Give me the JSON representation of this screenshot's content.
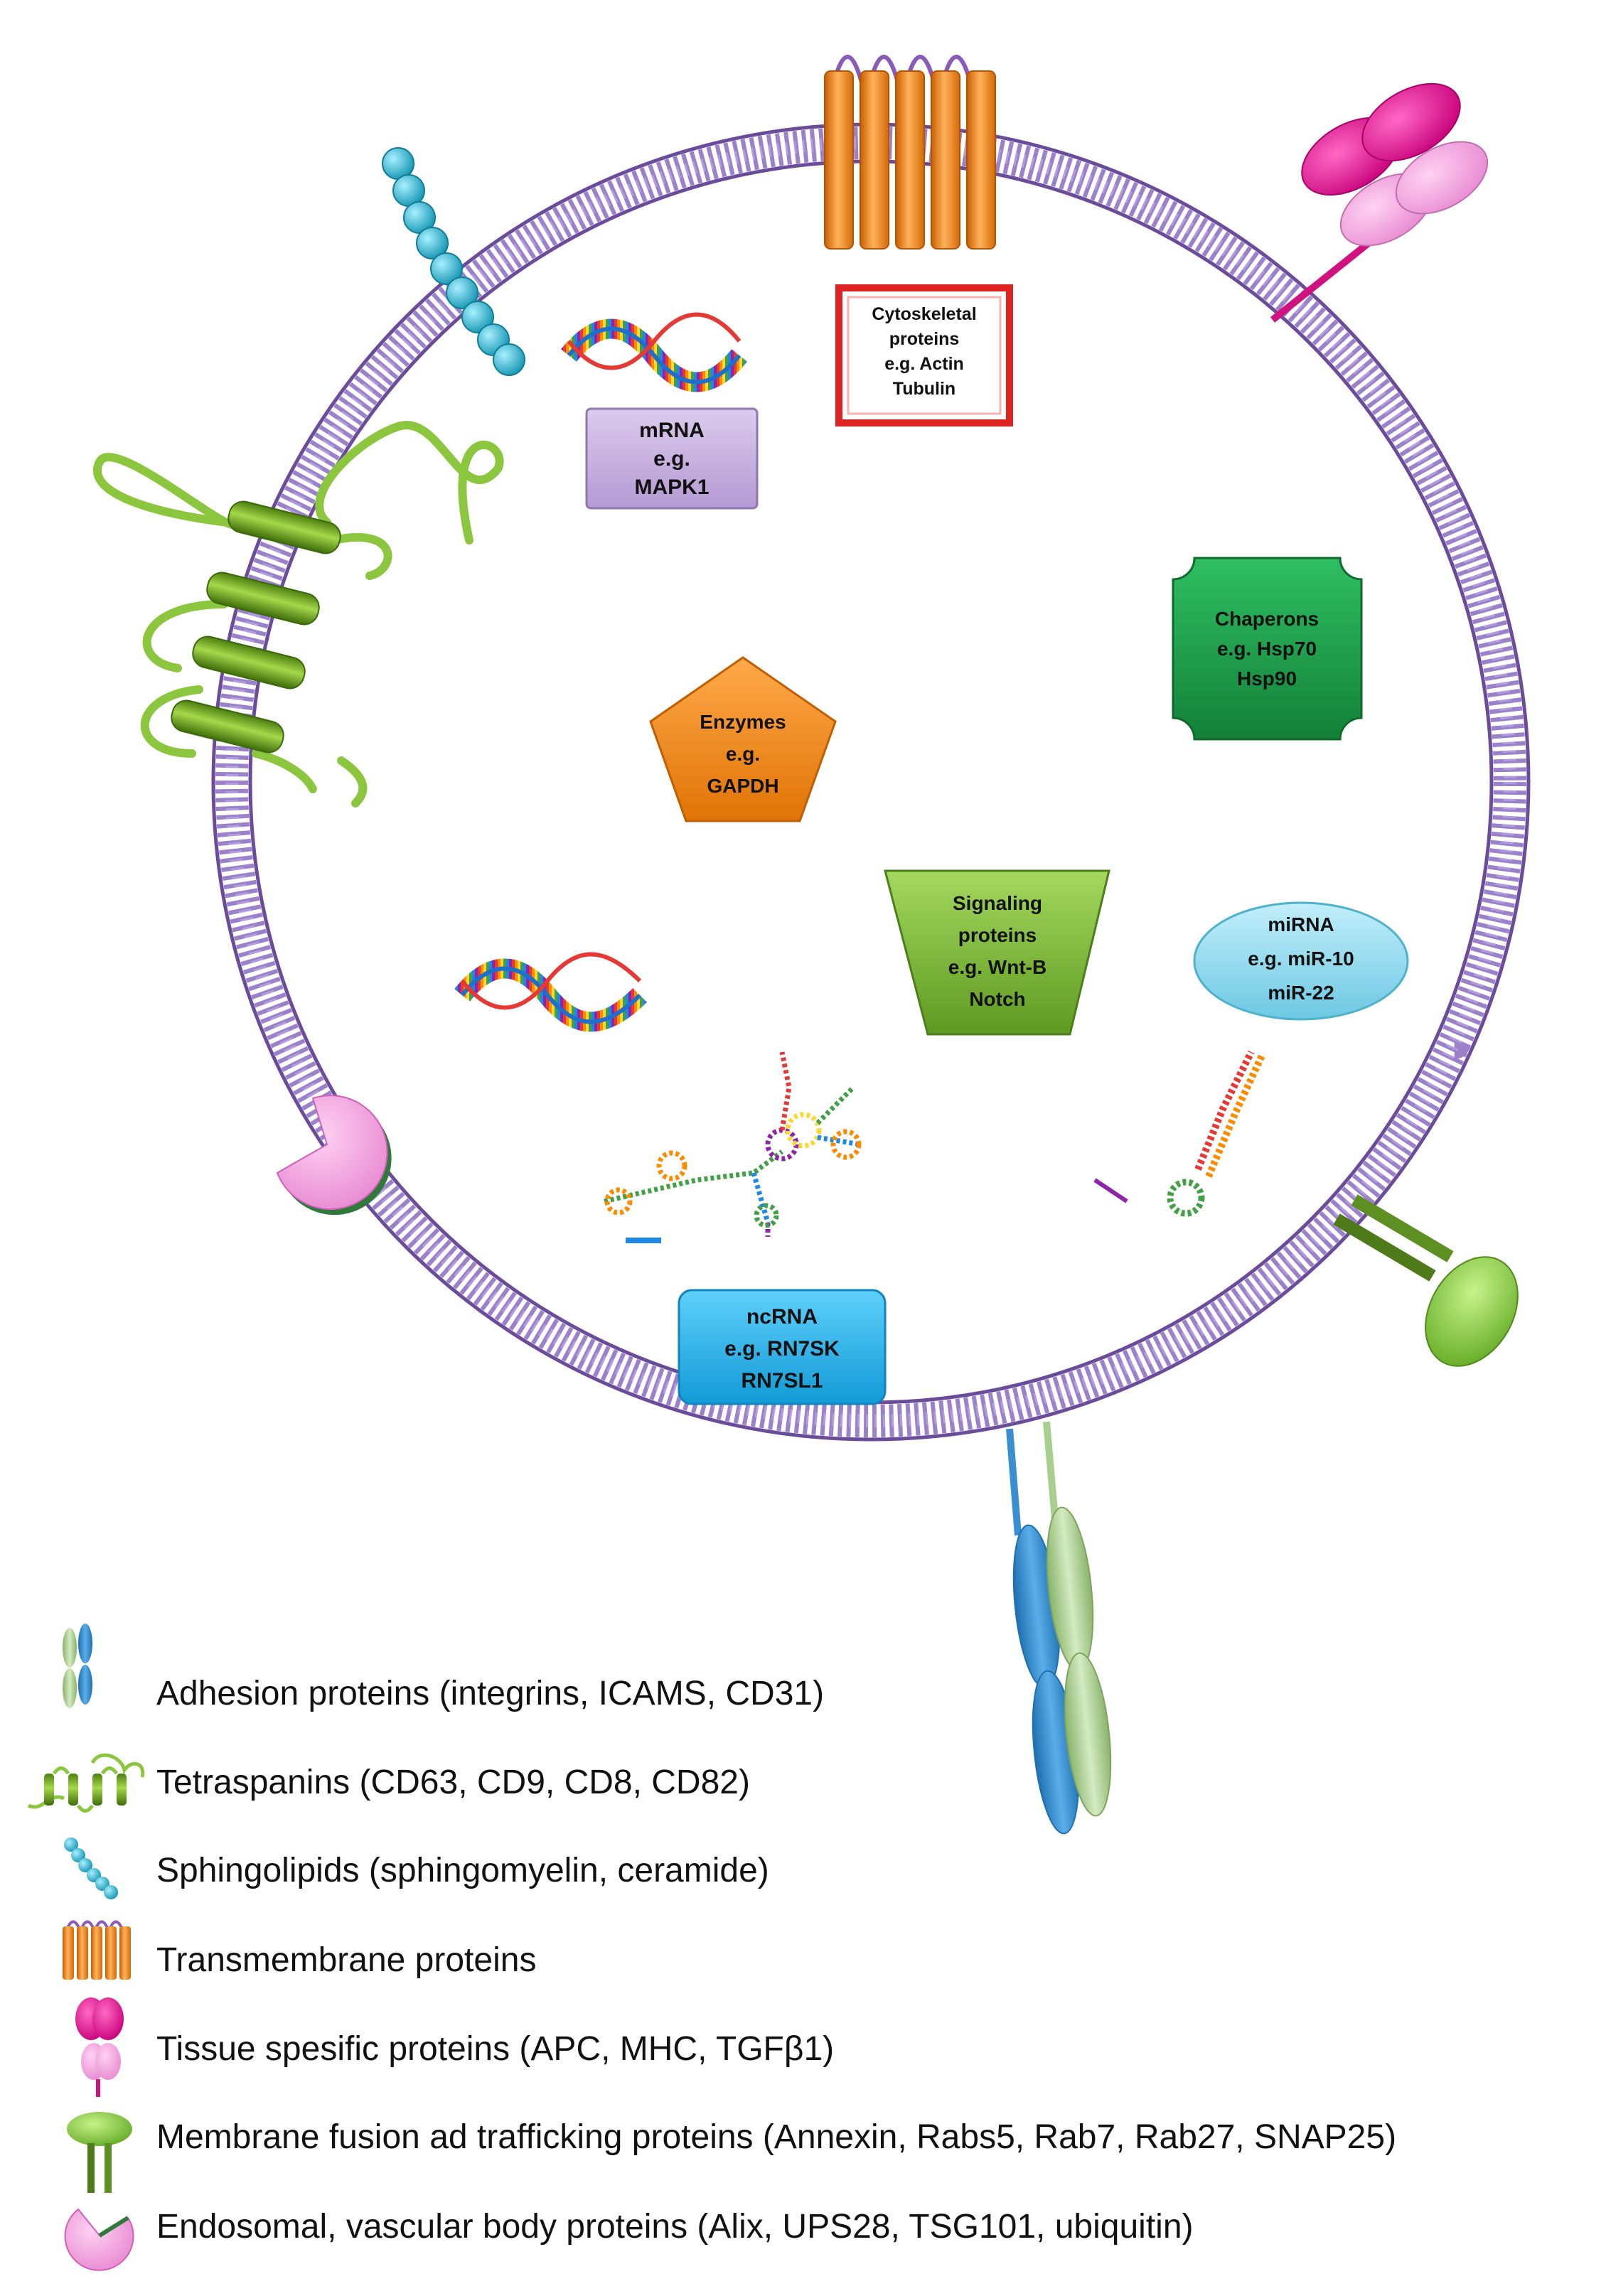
{
  "diagram": {
    "labels": {
      "cytoskeletal": [
        "Cytoskeletal",
        "proteins",
        "e.g. Actin",
        "Tubulin"
      ],
      "mrna": [
        "mRNA",
        "e.g.",
        "MAPK1"
      ],
      "chaperons": [
        "Chaperons",
        "e.g. Hsp70",
        "Hsp90"
      ],
      "enzymes": [
        "Enzymes",
        "e.g.",
        "GAPDH"
      ],
      "signaling": [
        "Signaling",
        "proteins",
        "e.g. Wnt-B",
        "Notch"
      ],
      "mirna": [
        "miRNA",
        "e.g. miR-10",
        "miR-22"
      ],
      "ncrna": [
        "ncRNA",
        "e.g. RN7SK",
        "RN7SL1"
      ]
    },
    "colors": {
      "membrane": "#7a5aa6",
      "transmembrane": "#f08a1c",
      "sphingolipid": "#22b4cc",
      "tetraspanin": "#7fbf1e",
      "tissue_specific": "#e01890",
      "fusion": "#7cc03a",
      "endosomal": "#f07ad8",
      "adhesion_blue": "#3a8fd0",
      "adhesion_green": "#a9cf8e",
      "mrna_box": "#c9b2e0",
      "cyto_border": "#dd2222",
      "chaperons_box": "#1f9a48",
      "enzymes_box": "#f08a1c",
      "signaling_box": "#7cbc3a",
      "mirna_box": "#8fd8ea",
      "ncrna_box": "#22b8ee"
    }
  },
  "legend": [
    {
      "icon": "adhesion-icon",
      "text": "Adhesion proteins (integrins, ICAMS, CD31)"
    },
    {
      "icon": "tetraspanin-icon",
      "text": "Tetraspanins (CD63, CD9, CD8, CD82)"
    },
    {
      "icon": "sphingolipid-icon",
      "text": "Sphingolipids (sphingomyelin, ceramide)"
    },
    {
      "icon": "transmembrane-icon",
      "text": "Transmembrane proteins"
    },
    {
      "icon": "tissue-specific-icon",
      "text": "Tissue spesific proteins (APC, MHC, TGFβ1)"
    },
    {
      "icon": "fusion-protein-icon",
      "text": "Membrane fusion ad trafficking proteins (Annexin, Rabs5, Rab7, Rab27, SNAP25)"
    },
    {
      "icon": "endosomal-icon",
      "text": "Endosomal, vascular body proteins (Alix, UPS28, TSG101, ubiquitin)"
    }
  ]
}
